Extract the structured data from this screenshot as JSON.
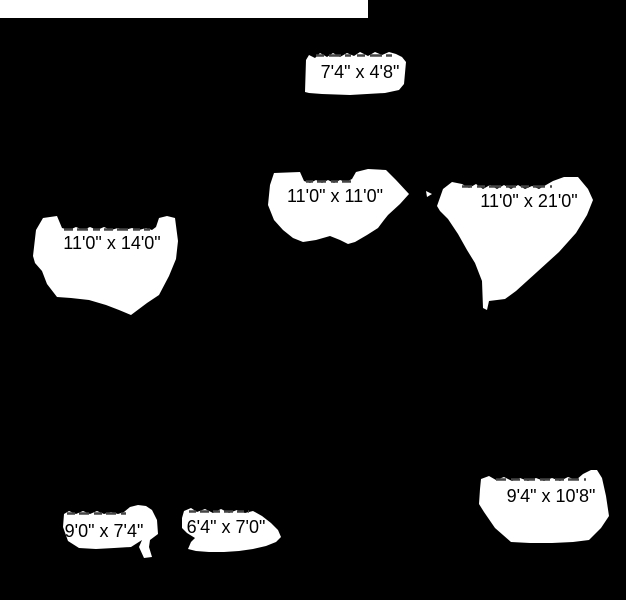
{
  "image": {
    "kind": "floor-plan room-label mask",
    "background_color": "#000000",
    "label_blob_color": "#ffffff",
    "dimension_text_color": "#000000",
    "redacted_name_remnant_color": "#454545"
  },
  "rooms": [
    {
      "position": "top-center",
      "dimensions": "7'4\" x 4'8\""
    },
    {
      "position": "center",
      "dimensions": "11'0\" x 11'0\""
    },
    {
      "position": "right",
      "dimensions": "11'0\" x 21'0\""
    },
    {
      "position": "left",
      "dimensions": "11'0\" x 14'0\""
    },
    {
      "position": "bottom-left",
      "dimensions": "9'0\" x 7'4\""
    },
    {
      "position": "bottom-center",
      "dimensions": "6'4\" x 7'0\""
    },
    {
      "position": "bottom-right",
      "dimensions": "9'4\" x 10'8\""
    }
  ]
}
